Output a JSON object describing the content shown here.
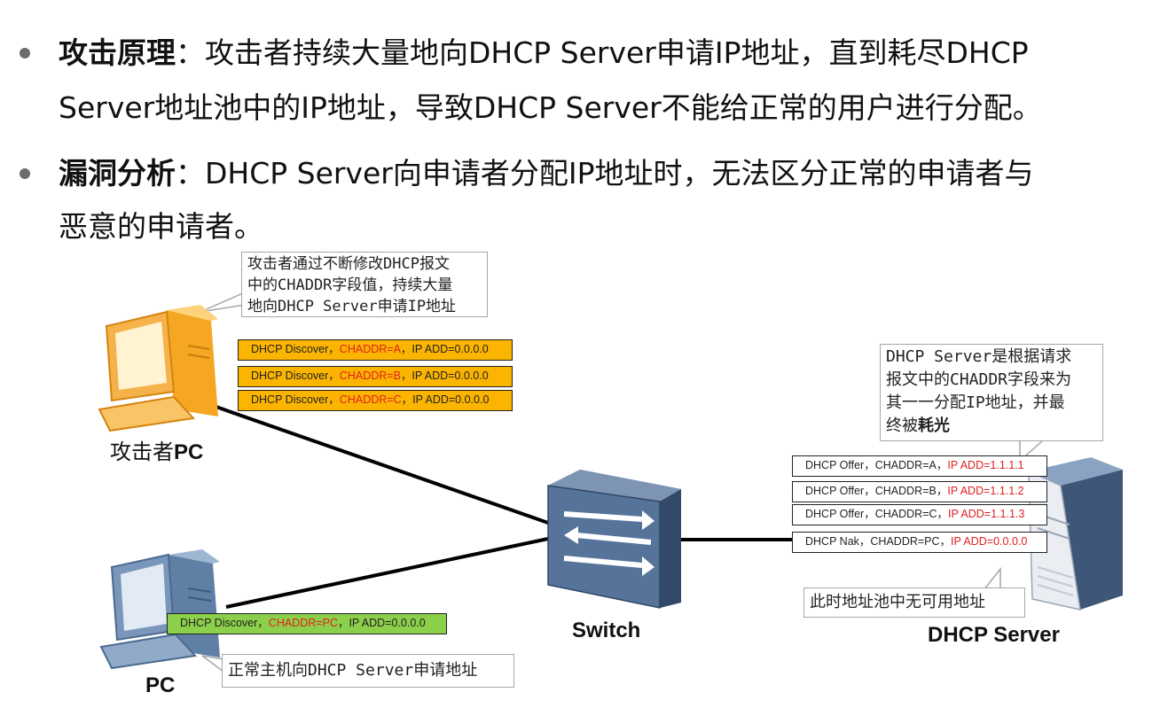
{
  "bullets": [
    {
      "heading": "攻击原理",
      "sep": "：",
      "line1": "攻击者持续大量地向DHCP Server申请IP地址，直到耗尽DHCP",
      "line2": "Server地址池中的IP地址，导致DHCP Server不能给正常的用户进行分配。"
    },
    {
      "heading": "漏洞分析",
      "sep": "：",
      "line1": "DHCP Server向申请者分配IP地址时，无法区分正常的申请者与",
      "line2": "恶意的申请者。"
    }
  ],
  "callouts": {
    "attacker": [
      "攻击者通过不断修改DHCP报文",
      "中的CHADDR字段值，持续大量",
      "地向DHCP Server申请IP地址"
    ],
    "server": {
      "lines": [
        "DHCP Server是根据请求",
        "报文中的CHADDR字段来为",
        "其一一分配IP地址，并最"
      ],
      "last_prefix": "终被",
      "last_bold": "耗光"
    },
    "normal": "正常主机向DHCP Server申请地址",
    "pool": "此时地址池中无可用地址"
  },
  "attacker_messages": [
    {
      "pre": "DHCP Discover，",
      "red": "CHADDR=A",
      "post": "，IP ADD=0.0.0.0"
    },
    {
      "pre": "DHCP Discover，",
      "red": "CHADDR=B",
      "post": "，IP ADD=0.0.0.0"
    },
    {
      "pre": "DHCP Discover，",
      "red": "CHADDR=C",
      "post": "，IP ADD=0.0.0.0"
    }
  ],
  "pc_message": {
    "pre": "DHCP Discover，",
    "red": "CHADDR=PC",
    "post": "，IP ADD=0.0.0.0"
  },
  "server_messages": [
    {
      "pre": "DHCP Offer，CHADDR=A，",
      "red": "IP ADD=1.1.1.1"
    },
    {
      "pre": "DHCP Offer，CHADDR=B，",
      "red": "IP ADD=1.1.1.2"
    },
    {
      "pre": "DHCP Offer，CHADDR=C，",
      "red": "IP ADD=1.1.1.3"
    },
    {
      "pre": "DHCP Nak，CHADDR=PC，",
      "red": "IP ADD=0.0.0.0"
    }
  ],
  "labels": {
    "attacker_prefix": "攻击者",
    "attacker_suffix": "PC",
    "pc": "PC",
    "switch": "Switch",
    "server": "DHCP Server"
  },
  "colors": {
    "attacker_msg": "#fbb500",
    "pc_msg": "#8ccf4a",
    "chaddr_red": "#e02020",
    "attacker_pc": "#f0a030",
    "normal_pc": "#6a86a8",
    "switch": "#4f6a8a"
  }
}
